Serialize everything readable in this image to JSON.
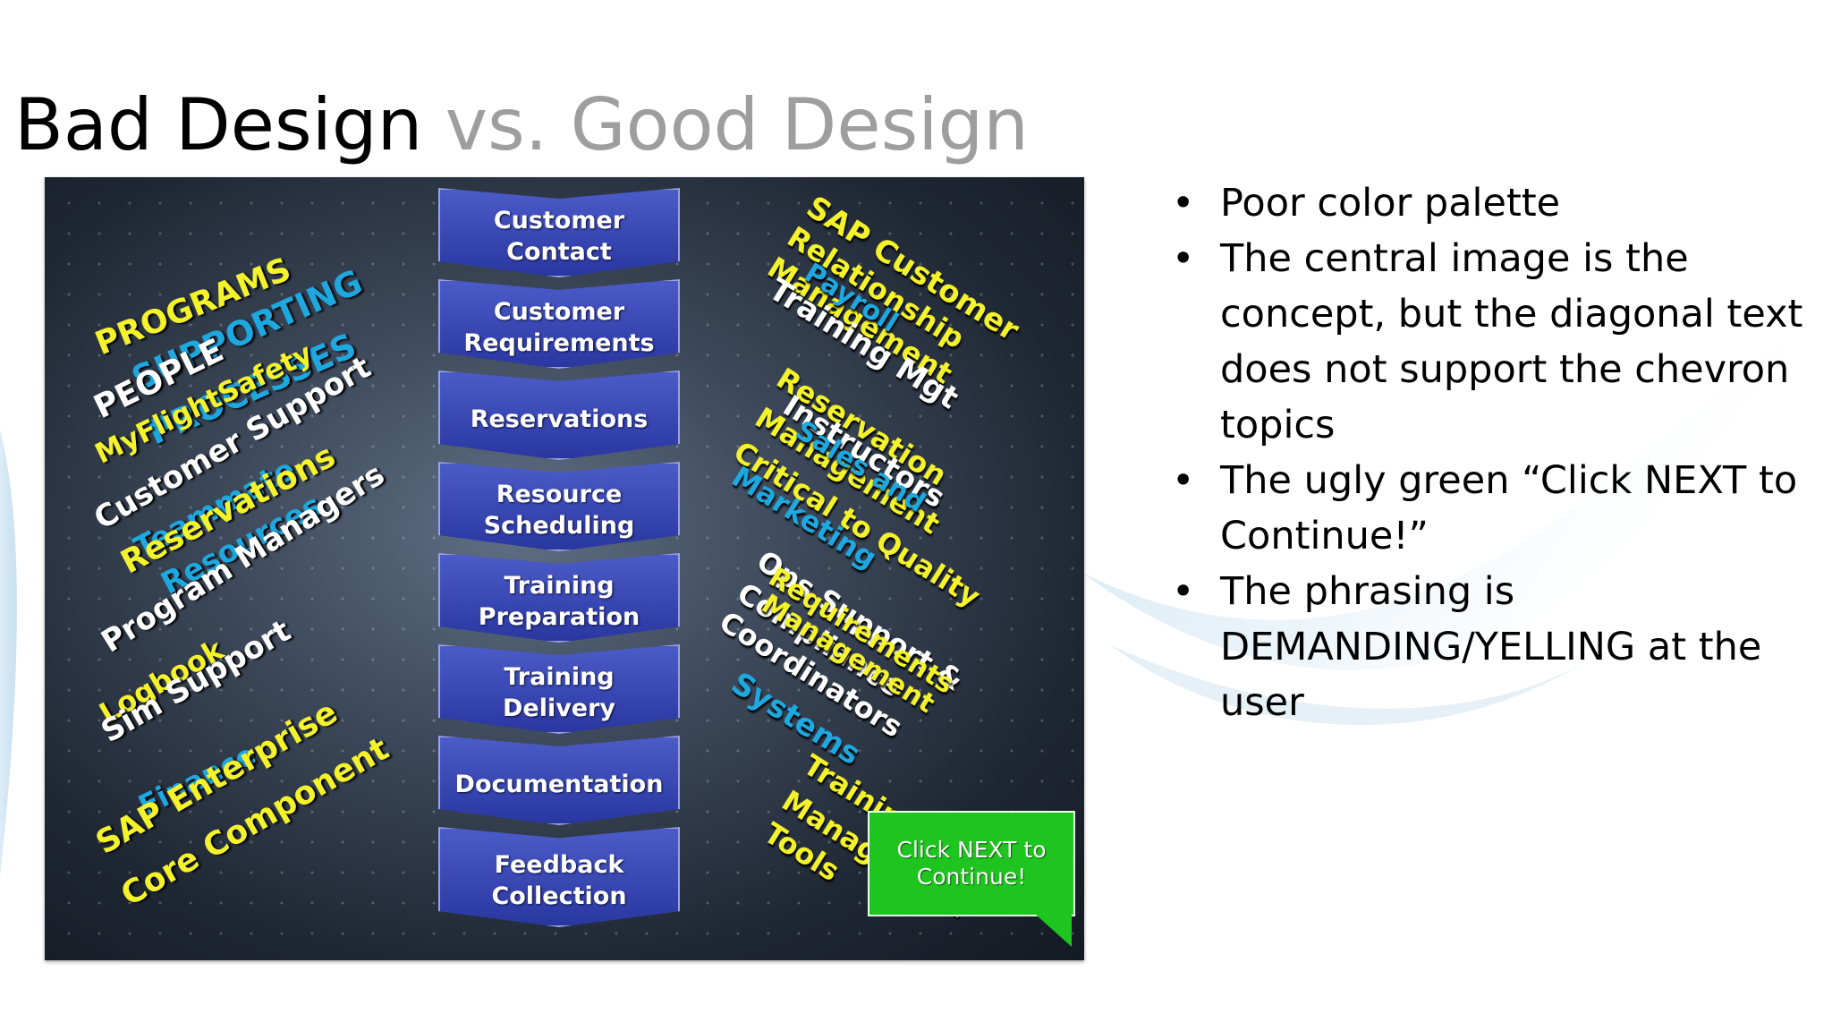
{
  "slide": {
    "title": {
      "primary": "Bad Design",
      "secondary": "vs. Good Design"
    },
    "example_image": {
      "chevrons": [
        {
          "lines": [
            "Customer",
            "Contact"
          ]
        },
        {
          "lines": [
            "Customer",
            "Requirements"
          ]
        },
        {
          "lines": [
            "Reservations"
          ]
        },
        {
          "lines": [
            "Resource",
            "Scheduling"
          ]
        },
        {
          "lines": [
            "Training",
            "Preparation"
          ]
        },
        {
          "lines": [
            "Training",
            "Delivery"
          ]
        },
        {
          "lines": [
            "Documentation"
          ]
        },
        {
          "lines": [
            "Feedback",
            "Collection"
          ]
        }
      ],
      "left_words": [
        "PROGRAMS",
        "SUPPORTING",
        "PEOPLE",
        "PROCESSES",
        "MyFlightSafety",
        "Customer Support",
        "Teammate",
        "Reservations",
        "Resources",
        "Program Managers",
        "Logbook",
        "Sim Support",
        "Finance",
        "SAP Enterprise",
        "Core Component"
      ],
      "right_words": [
        "SAP Customer",
        "Relationship",
        "Management",
        "Payroll",
        "Training Mgt",
        "Reservation",
        "Instructors",
        "Management",
        "Sales and",
        "Critical to Quality",
        "Marketing",
        "Ops Support &",
        "Requirements",
        "Compliance",
        "Management",
        "Coordinators",
        "Systems",
        "Training",
        "Management",
        "Tools"
      ],
      "call_to_action": "Click NEXT to Continue!",
      "colors": {
        "yellow_text": "#f4f22a",
        "white_text": "#ffffff",
        "cyan_text": "#1ea8e0",
        "chevron": "#3646b4",
        "cta_green": "#1ec51e"
      }
    },
    "bullets": [
      "Poor color palette",
      "The central image is the concept, but the diagonal text does not support the chevron topics",
      "The ugly green “Click NEXT to Continue!”",
      "The phrasing is DEMANDING/YELLING at the user"
    ],
    "bullet_marker": "•"
  }
}
